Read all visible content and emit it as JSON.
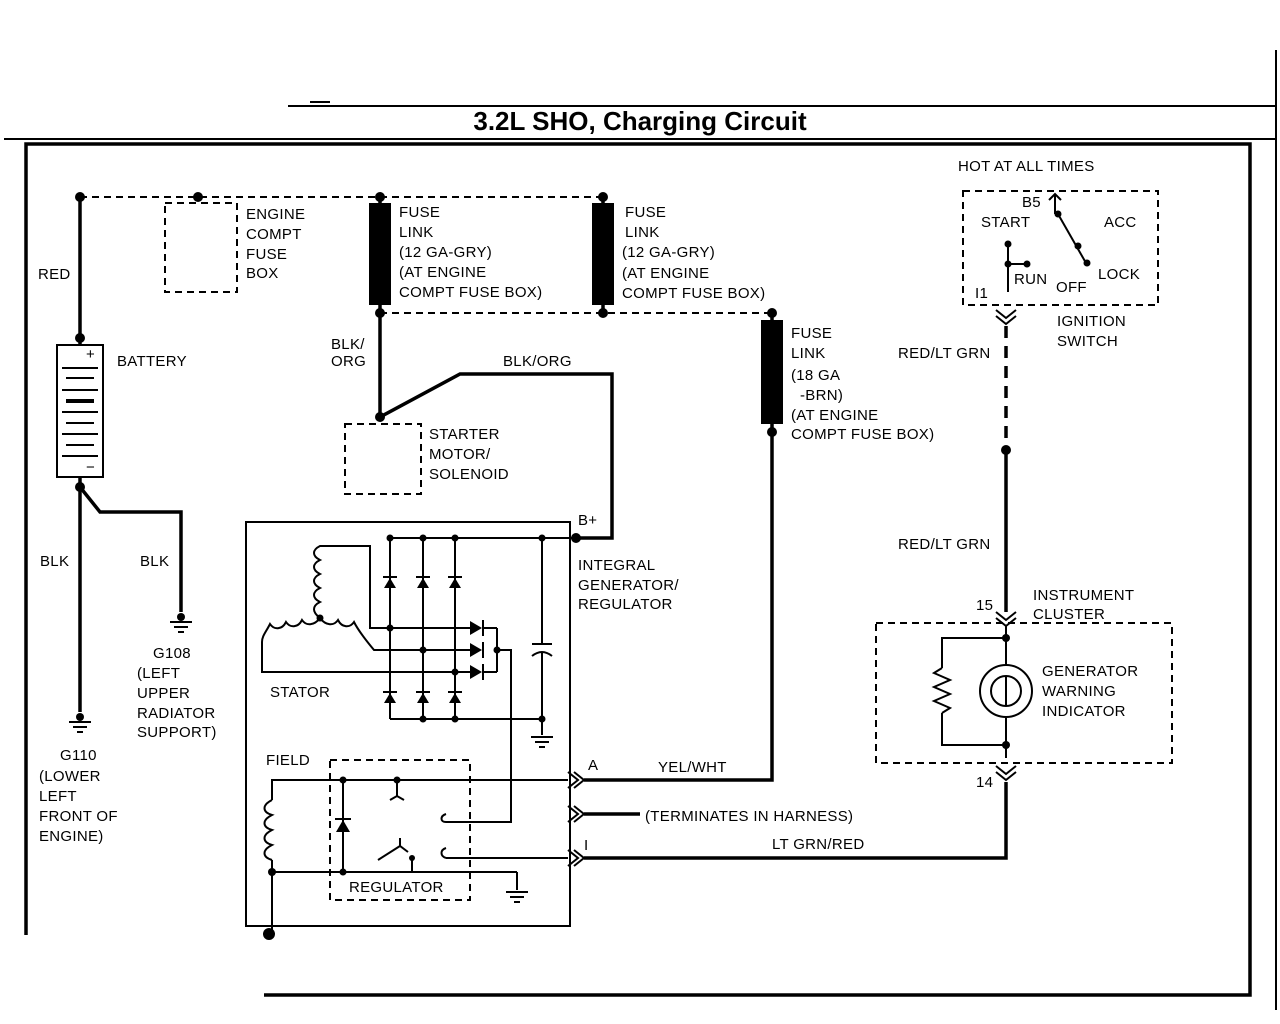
{
  "title": "3.2L SHO, Charging Circuit",
  "labels": {
    "hot_at_all_times": "HOT AT ALL TIMES",
    "red": "RED",
    "engine_fuse_box": [
      "ENGINE",
      "COMPT",
      "FUSE",
      "BOX"
    ],
    "fuse_link_1": [
      "FUSE",
      "LINK",
      "(12 GA-GRY)",
      "(AT ENGINE",
      "COMPT FUSE BOX)"
    ],
    "fuse_link_2": [
      "FUSE",
      "LINK",
      "(12 GA-GRY)",
      "(AT ENGINE",
      "COMPT FUSE BOX)"
    ],
    "fuse_link_3": [
      "FUSE",
      "LINK",
      "(18 GA",
      "-BRN)",
      "(AT ENGINE",
      "COMPT FUSE BOX)"
    ],
    "battery": "BATTERY",
    "battery_plus": "+",
    "battery_minus": "−",
    "blk_org_left": [
      "BLK/",
      "ORG"
    ],
    "blk_org_top": "BLK/ORG",
    "starter": [
      "STARTER",
      "MOTOR/",
      "SOLENOID"
    ],
    "b_plus": "B+",
    "integral": [
      "INTEGRAL",
      "GENERATOR/",
      "REGULATOR"
    ],
    "stator": "STATOR",
    "field": "FIELD",
    "regulator": "REGULATOR",
    "blk_1": "BLK",
    "blk_2": "BLK",
    "g108": [
      "G108",
      "(LEFT",
      "UPPER",
      "RADIATOR",
      "SUPPORT)"
    ],
    "g110": [
      "G110",
      "(LOWER",
      "LEFT",
      "FRONT OF",
      "ENGINE)"
    ],
    "terminal_a": "A",
    "terminal_i": "I",
    "yel_wht": "YEL/WHT",
    "terminates": "(TERMINATES IN HARNESS)",
    "lt_grn_red": "LT GRN/RED",
    "ignition": {
      "b5": "B5",
      "start": "START",
      "acc": "ACC",
      "run": "RUN",
      "lock": "LOCK",
      "off": "OFF",
      "i1": "I1",
      "name": [
        "IGNITION",
        "SWITCH"
      ]
    },
    "red_lt_grn_1": "RED/LT GRN",
    "red_lt_grn_2": "RED/LT GRN",
    "instrument_cluster": [
      "INSTRUMENT",
      "CLUSTER"
    ],
    "pin_15": "15",
    "pin_14": "14",
    "gen_warning": [
      "GENERATOR",
      "WARNING",
      "INDICATOR"
    ]
  }
}
